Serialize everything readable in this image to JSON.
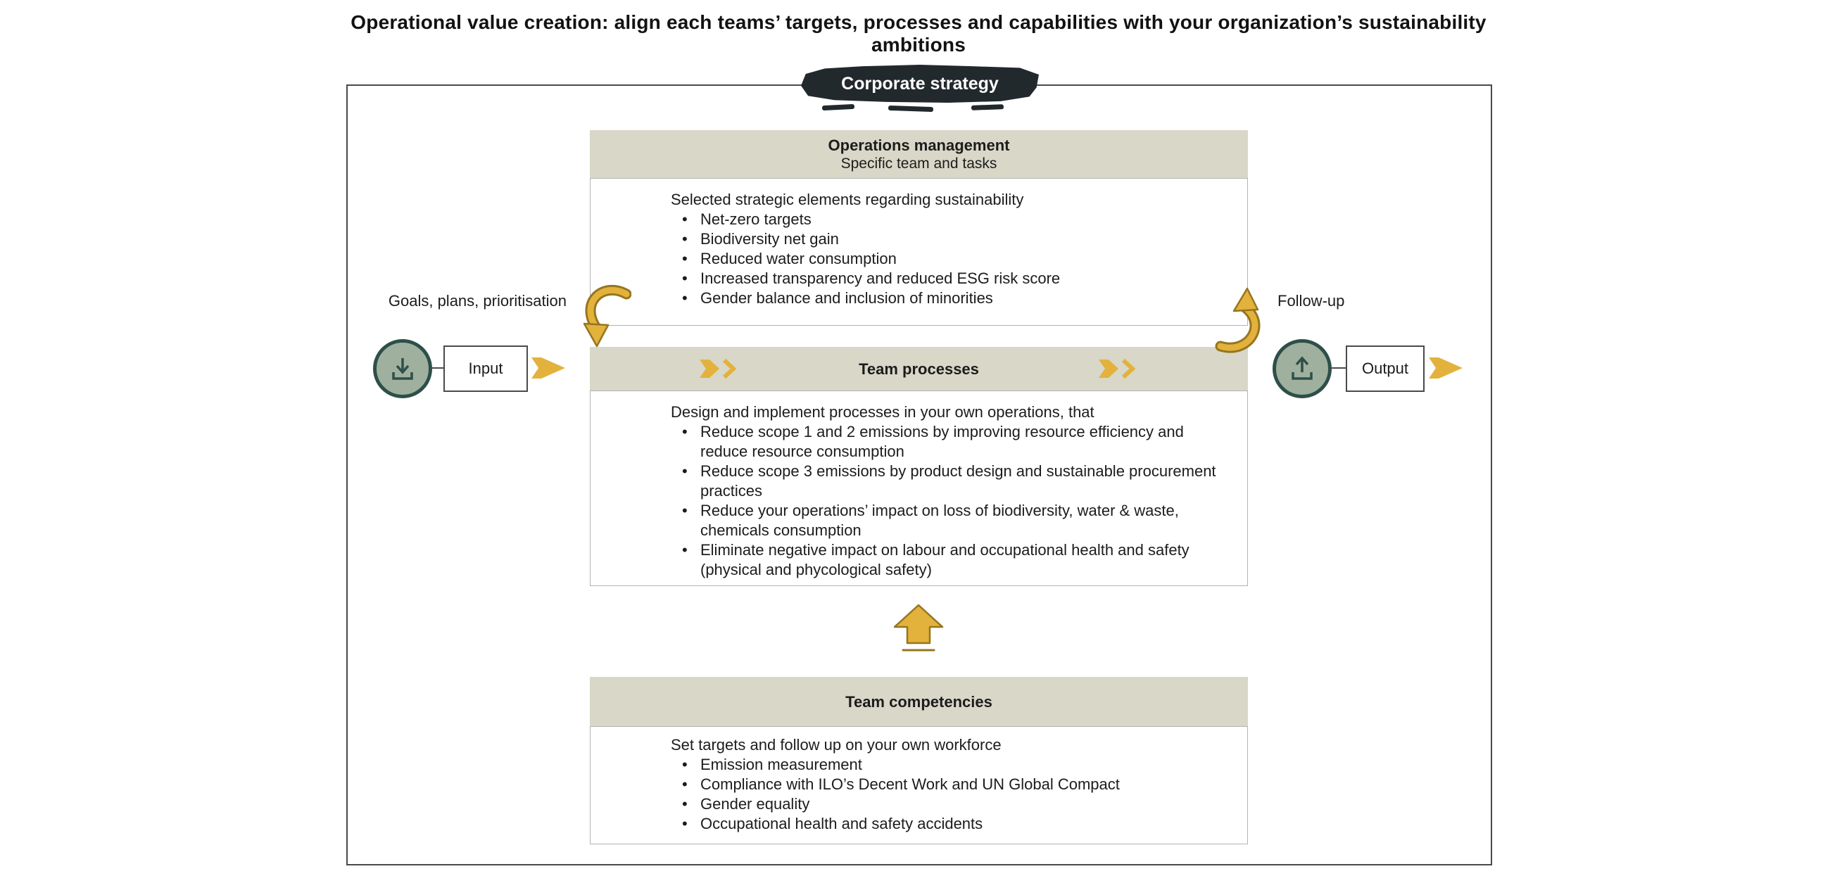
{
  "colors": {
    "gold": "#E3B23C",
    "gold_dark": "#96751F",
    "header_bg": "#D8D7C8",
    "banner_bg": "#22292D",
    "circle_fill": "#9FB09F",
    "circle_border": "#2E4F49",
    "ink": "#1C1C1C",
    "frame_border": "#4A4A4A",
    "box_border": "#B3B3B3"
  },
  "page": {
    "title": "Operational value creation: align each teams’ targets, processes and capabilities with your organization’s sustainability ambitions"
  },
  "banner": {
    "label": "Corporate strategy"
  },
  "flows": {
    "left": {
      "caption": "Goals, plans, prioritisation",
      "node": "Input"
    },
    "right": {
      "caption": "Follow-up",
      "node": "Output"
    }
  },
  "icons": {
    "left_circle": "arrow-down-into-tray",
    "right_circle": "arrow-up-from-tray",
    "process_flow": "double-chevron-right",
    "between_boxes": "block-arrow-up",
    "input_feed": "curved-arrow-down",
    "output_feed": "curved-arrow-up",
    "node_arrow": "block-arrow-right"
  },
  "boxes": {
    "operations": {
      "title": "Operations management",
      "subtitle": "Specific team and tasks",
      "intro": "Selected strategic elements regarding sustainability",
      "bullets": [
        "Net-zero targets",
        "Biodiversity net gain",
        "Reduced water consumption",
        "Increased transparency and reduced ESG risk score",
        "Gender balance and inclusion of minorities"
      ]
    },
    "processes": {
      "title": "Team processes",
      "intro": "Design and implement processes in your own operations, that",
      "bullets": [
        "Reduce scope 1 and 2 emissions by improving resource efficiency and reduce resource consumption",
        "Reduce scope 3 emissions by product design and sustainable procurement practices",
        "Reduce your operations’ impact on loss of biodiversity, water & waste, chemicals consumption",
        "Eliminate negative impact on labour and occupational health and safety (physical and phycological safety)"
      ]
    },
    "competencies": {
      "title": "Team competencies",
      "intro": "Set targets and follow up on your own workforce",
      "bullets": [
        "Emission measurement",
        "Compliance with ILO’s Decent Work and UN Global Compact",
        "Gender equality",
        "Occupational health and safety accidents"
      ]
    }
  }
}
